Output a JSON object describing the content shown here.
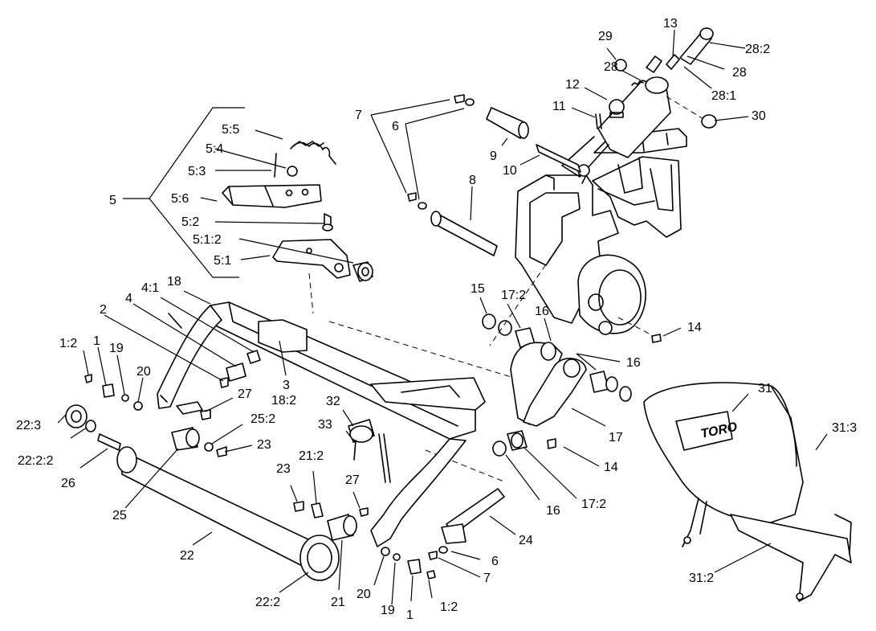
{
  "labels": {
    "l5_5": "5:5",
    "l5_4": "5:4",
    "l5_3": "5:3",
    "l5": "5",
    "l5_6": "5:6",
    "l5_2": "5:2",
    "l5_1_2": "5:1:2",
    "l5_1": "5:1",
    "l7a": "7",
    "l6a": "6",
    "l9": "9",
    "l10": "10",
    "l8": "8",
    "l11": "11",
    "l12": "12",
    "l29": "29",
    "l28a": "28",
    "l13": "13",
    "l28_2": "28:2",
    "l28b": "28",
    "l28_1": "28:1",
    "l30": "30",
    "l15": "15",
    "l17_2a": "17:2",
    "l16a": "16",
    "l14a": "14",
    "l16b": "16",
    "l17": "17",
    "l14b": "14",
    "l16c": "16",
    "l17_2b": "17:2",
    "l18": "18",
    "l4_1": "4:1",
    "l4": "4",
    "l2": "2",
    "l3": "3",
    "l18_2": "18:2",
    "l1_2a": "1:2",
    "l1a": "1",
    "l19a": "19",
    "l20a": "20",
    "l27a": "27",
    "l25_2": "25:2",
    "l23a": "23",
    "l32": "32",
    "l33": "33",
    "l22_3": "22:3",
    "l22_2_2": "22:2:2",
    "l26": "26",
    "l25": "25",
    "l22": "22",
    "l23b": "23",
    "l21_2": "21:2",
    "l27b": "27",
    "l24": "24",
    "l6b": "6",
    "l7b": "7",
    "l20b": "20",
    "l19b": "19",
    "l1b": "1",
    "l1_2b": "1:2",
    "l21": "21",
    "l22_2": "22:2",
    "l31": "31",
    "l31_3": "31:3",
    "l31_2": "31:2"
  },
  "logo": "TORO"
}
